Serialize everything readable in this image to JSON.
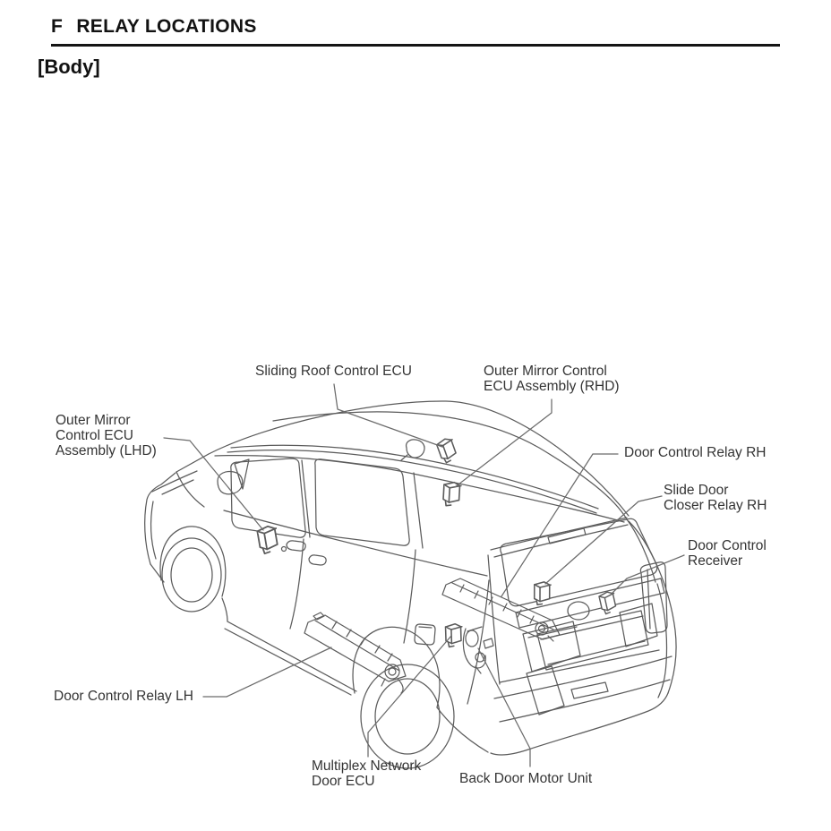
{
  "page": {
    "code": "F",
    "title": "RELAY LOCATIONS",
    "section": "[Body]"
  },
  "diagram": {
    "labels": [
      {
        "id": "sliding-roof-control-ecu",
        "text": "Sliding Roof Control ECU"
      },
      {
        "id": "outer-mirror-control-ecu-rhd",
        "text": "Outer Mirror Control\nECU Assembly (RHD)"
      },
      {
        "id": "outer-mirror-control-ecu-lhd",
        "text": "Outer Mirror\nControl ECU\nAssembly (LHD)"
      },
      {
        "id": "door-control-relay-rh",
        "text": "Door Control Relay RH"
      },
      {
        "id": "slide-door-closer-relay-rh",
        "text": "Slide Door\nCloser Relay RH"
      },
      {
        "id": "door-control-receiver",
        "text": "Door Control\nReceiver"
      },
      {
        "id": "door-control-relay-lh",
        "text": "Door Control Relay LH"
      },
      {
        "id": "multiplex-network-door-ecu",
        "text": "Multiplex Network\nDoor ECU"
      },
      {
        "id": "back-door-motor-unit",
        "text": "Back Door Motor Unit"
      }
    ],
    "components": [
      "sliding-roof-control-ecu-component",
      "outer-mirror-control-ecu-rhd-component",
      "outer-mirror-control-ecu-lhd-component",
      "door-control-relay-rh-rail-component",
      "slide-door-closer-relay-rh-component",
      "door-control-receiver-component",
      "door-control-relay-lh-rail-component",
      "multiplex-network-door-ecu-component",
      "back-door-motor-unit-component"
    ],
    "colors": {
      "line": "#5c5c5c",
      "leader": "#6b6b6b",
      "text": "#343434",
      "rule": "#141414"
    }
  }
}
